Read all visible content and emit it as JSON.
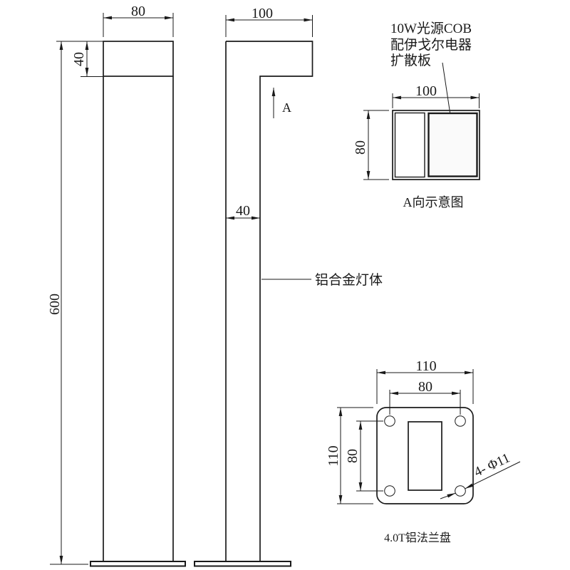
{
  "views": {
    "front": {
      "width_dim": "80",
      "head_height_dim": "40",
      "total_height_dim": "600"
    },
    "side": {
      "top_width_dim": "100",
      "body_width_dim": "40",
      "section_label": "A",
      "body_callout": "铝合金灯体"
    },
    "a_view": {
      "note_line1": "10W光源COB",
      "note_line2": "配伊戈尔电器",
      "note_line3": "扩散板",
      "width_dim": "100",
      "height_dim": "80",
      "caption": "A向示意图"
    },
    "flange": {
      "width_dim": "110",
      "bolt_spacing_x_dim": "80",
      "height_dim": "110",
      "bolt_spacing_y_dim": "80",
      "holes_callout": "4- Φ11",
      "caption": "4.0T铝法兰盘"
    }
  },
  "colors": {
    "line": "#1a1a1a",
    "background": "#ffffff",
    "diffuser_fill": "#fafafa"
  }
}
